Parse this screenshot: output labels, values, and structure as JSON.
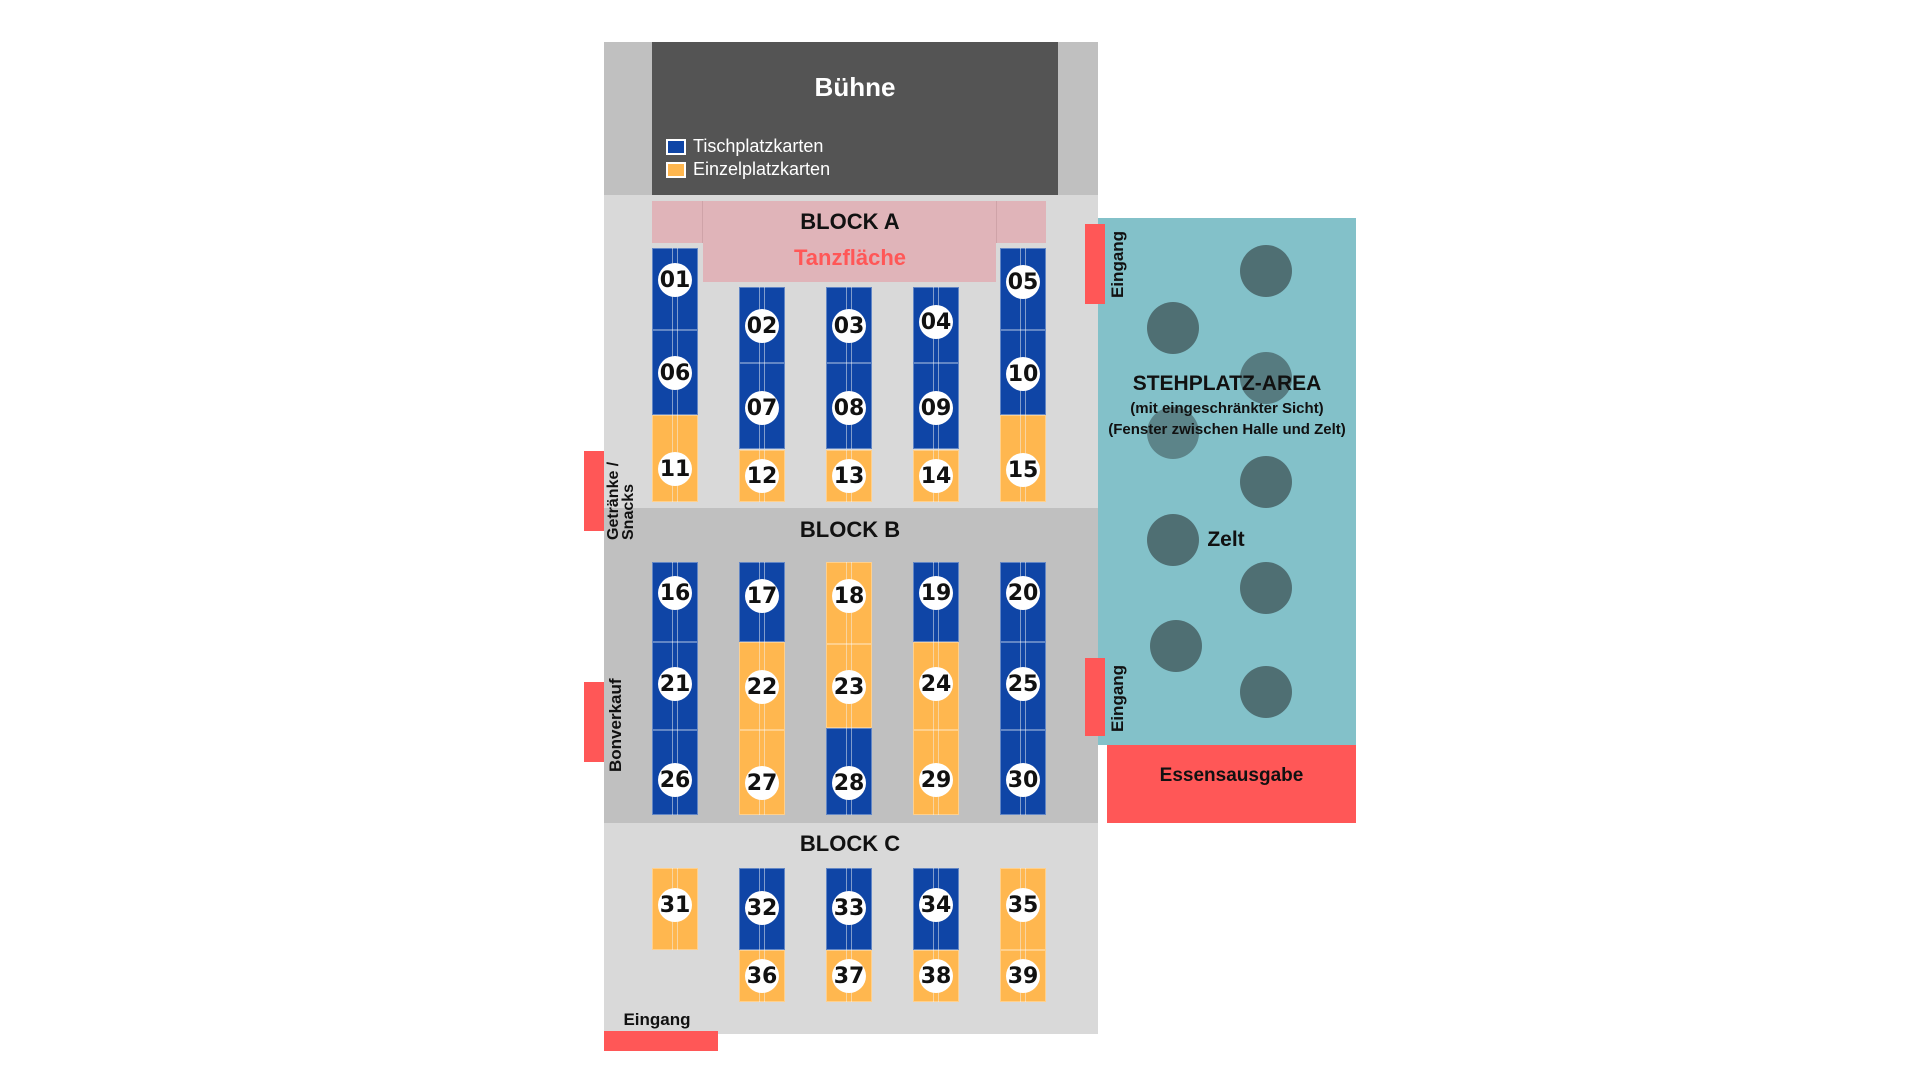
{
  "stage": {
    "label": "Bühne"
  },
  "legend": {
    "items": [
      {
        "label": "Tischplatzkarten",
        "color": "#0f45a6"
      },
      {
        "label": "Einzelplatzkarten",
        "color": "#ffb74f"
      }
    ]
  },
  "blocks": {
    "a": "BLOCK A",
    "b": "BLOCK B",
    "c": "BLOCK C"
  },
  "dance_floor": {
    "label": "Tanzfläche",
    "color": "#ff5757"
  },
  "standing": {
    "title": "STEHPLATZ-AREA",
    "sub1": "(mit eingeschränkter Sicht)",
    "sub2": "(Fenster zwischen Halle und Zelt)",
    "tent_label": "Zelt"
  },
  "labels": {
    "entrance_top": "Eingang",
    "entrance_mid": "Eingang",
    "entrance_bottom": "Eingang",
    "drinks": "Getränke / Snacks",
    "tokens": "Bonverkauf",
    "food": "Essensausgabe"
  },
  "tables": [
    {
      "n": "01",
      "type": "blue"
    },
    {
      "n": "02",
      "type": "blue"
    },
    {
      "n": "03",
      "type": "blue"
    },
    {
      "n": "04",
      "type": "blue"
    },
    {
      "n": "05",
      "type": "blue"
    },
    {
      "n": "06",
      "type": "blue"
    },
    {
      "n": "07",
      "type": "blue"
    },
    {
      "n": "08",
      "type": "blue"
    },
    {
      "n": "09",
      "type": "blue"
    },
    {
      "n": "10",
      "type": "blue"
    },
    {
      "n": "11",
      "type": "orange"
    },
    {
      "n": "12",
      "type": "orange"
    },
    {
      "n": "13",
      "type": "orange"
    },
    {
      "n": "14",
      "type": "orange"
    },
    {
      "n": "15",
      "type": "orange"
    },
    {
      "n": "16",
      "type": "blue"
    },
    {
      "n": "17",
      "type": "blue"
    },
    {
      "n": "18",
      "type": "orange"
    },
    {
      "n": "19",
      "type": "blue"
    },
    {
      "n": "20",
      "type": "blue"
    },
    {
      "n": "21",
      "type": "blue"
    },
    {
      "n": "22",
      "type": "orange"
    },
    {
      "n": "23",
      "type": "orange"
    },
    {
      "n": "24",
      "type": "orange"
    },
    {
      "n": "25",
      "type": "blue"
    },
    {
      "n": "26",
      "type": "blue"
    },
    {
      "n": "27",
      "type": "orange"
    },
    {
      "n": "28",
      "type": "blue"
    },
    {
      "n": "29",
      "type": "orange"
    },
    {
      "n": "30",
      "type": "blue"
    },
    {
      "n": "31",
      "type": "orange"
    },
    {
      "n": "32",
      "type": "blue"
    },
    {
      "n": "33",
      "type": "blue"
    },
    {
      "n": "34",
      "type": "blue"
    },
    {
      "n": "35",
      "type": "orange"
    },
    {
      "n": "36",
      "type": "orange"
    },
    {
      "n": "37",
      "type": "orange"
    },
    {
      "n": "38",
      "type": "orange"
    },
    {
      "n": "39",
      "type": "orange"
    }
  ]
}
